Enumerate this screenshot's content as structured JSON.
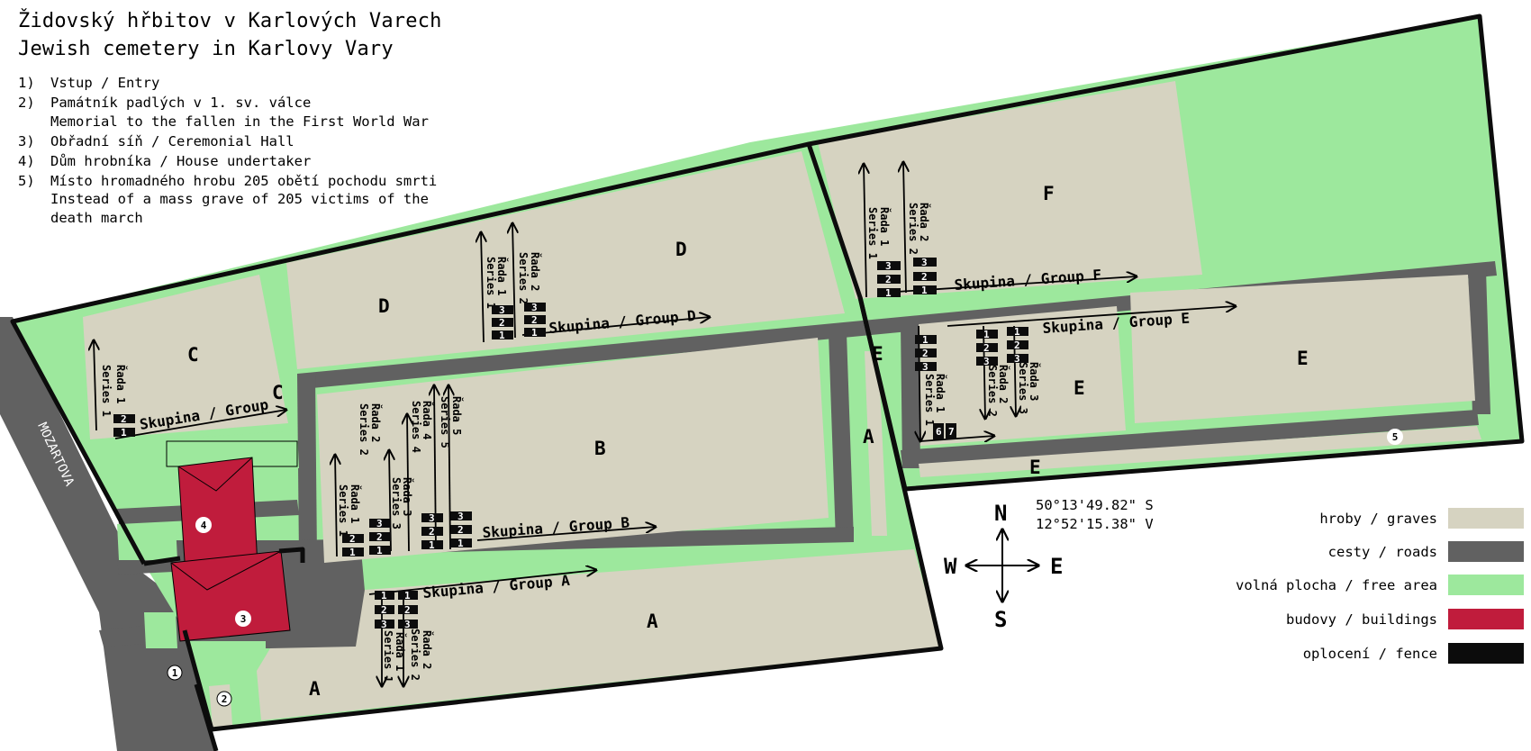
{
  "title": {
    "line1": "Židovský hřbitov v Karlových Varech",
    "line2": "Jewish cemetery in Karlovy Vary"
  },
  "legend_numbers": [
    {
      "num": "1)",
      "lines": [
        "Vstup / Entry"
      ]
    },
    {
      "num": "2)",
      "lines": [
        "Památník padlých v 1. sv. válce",
        "Memorial to the fallen in the First World War"
      ]
    },
    {
      "num": "3)",
      "lines": [
        "Obřadní síň / Ceremonial Hall"
      ]
    },
    {
      "num": "4)",
      "lines": [
        "Dům hrobníka / House undertaker"
      ]
    },
    {
      "num": "5)",
      "lines": [
        "Místo hromadného hrobu 205 obětí pochodu smrti",
        "Instead of a mass grave of 205 victims of the",
        "death march"
      ]
    }
  ],
  "coordinates": {
    "lat": "50°13'49.82\" S",
    "lon": "12°52'15.38\" V"
  },
  "compass": {
    "n": "N",
    "s": "S",
    "e": "E",
    "w": "W"
  },
  "street": "MOZARTOVA",
  "key": [
    {
      "label": "hroby / graves",
      "color": "#d6d3c1"
    },
    {
      "label": "cesty / roads",
      "color": "#616161"
    },
    {
      "label": "volná plocha / free area",
      "color": "#9de89d"
    },
    {
      "label": "budovy / buildings",
      "color": "#c01c3c"
    },
    {
      "label": "oplocení / fence",
      "color": "#0c0c0c"
    }
  ],
  "sections": {
    "A": "A",
    "B": "B",
    "C": "C",
    "D": "D",
    "E": "E",
    "F": "F"
  },
  "groups": {
    "A": "Skupina / Group A",
    "B": "Skupina / Group B",
    "C": "Skupina / Group",
    "D": "Skupina / Group D",
    "E": "Skupina / Group E",
    "F": "Skupina / Group F"
  },
  "row_labels": {
    "r1": "Řada 1",
    "r2": "Řada 2",
    "r3": "Řada 3",
    "r4": "Řada 4",
    "r5": "Řada 5",
    "s1": "Series 1",
    "s2": "Series 2",
    "s3": "Series 3",
    "s4": "Series 4",
    "s5": "Series 5"
  },
  "markers": {
    "m1": "1",
    "m2": "2",
    "m3": "3",
    "m4": "4",
    "m5": "5"
  },
  "plot_numbers": {
    "n1": "1",
    "n2": "2",
    "n3": "3",
    "n6": "6",
    "n7": "7"
  }
}
